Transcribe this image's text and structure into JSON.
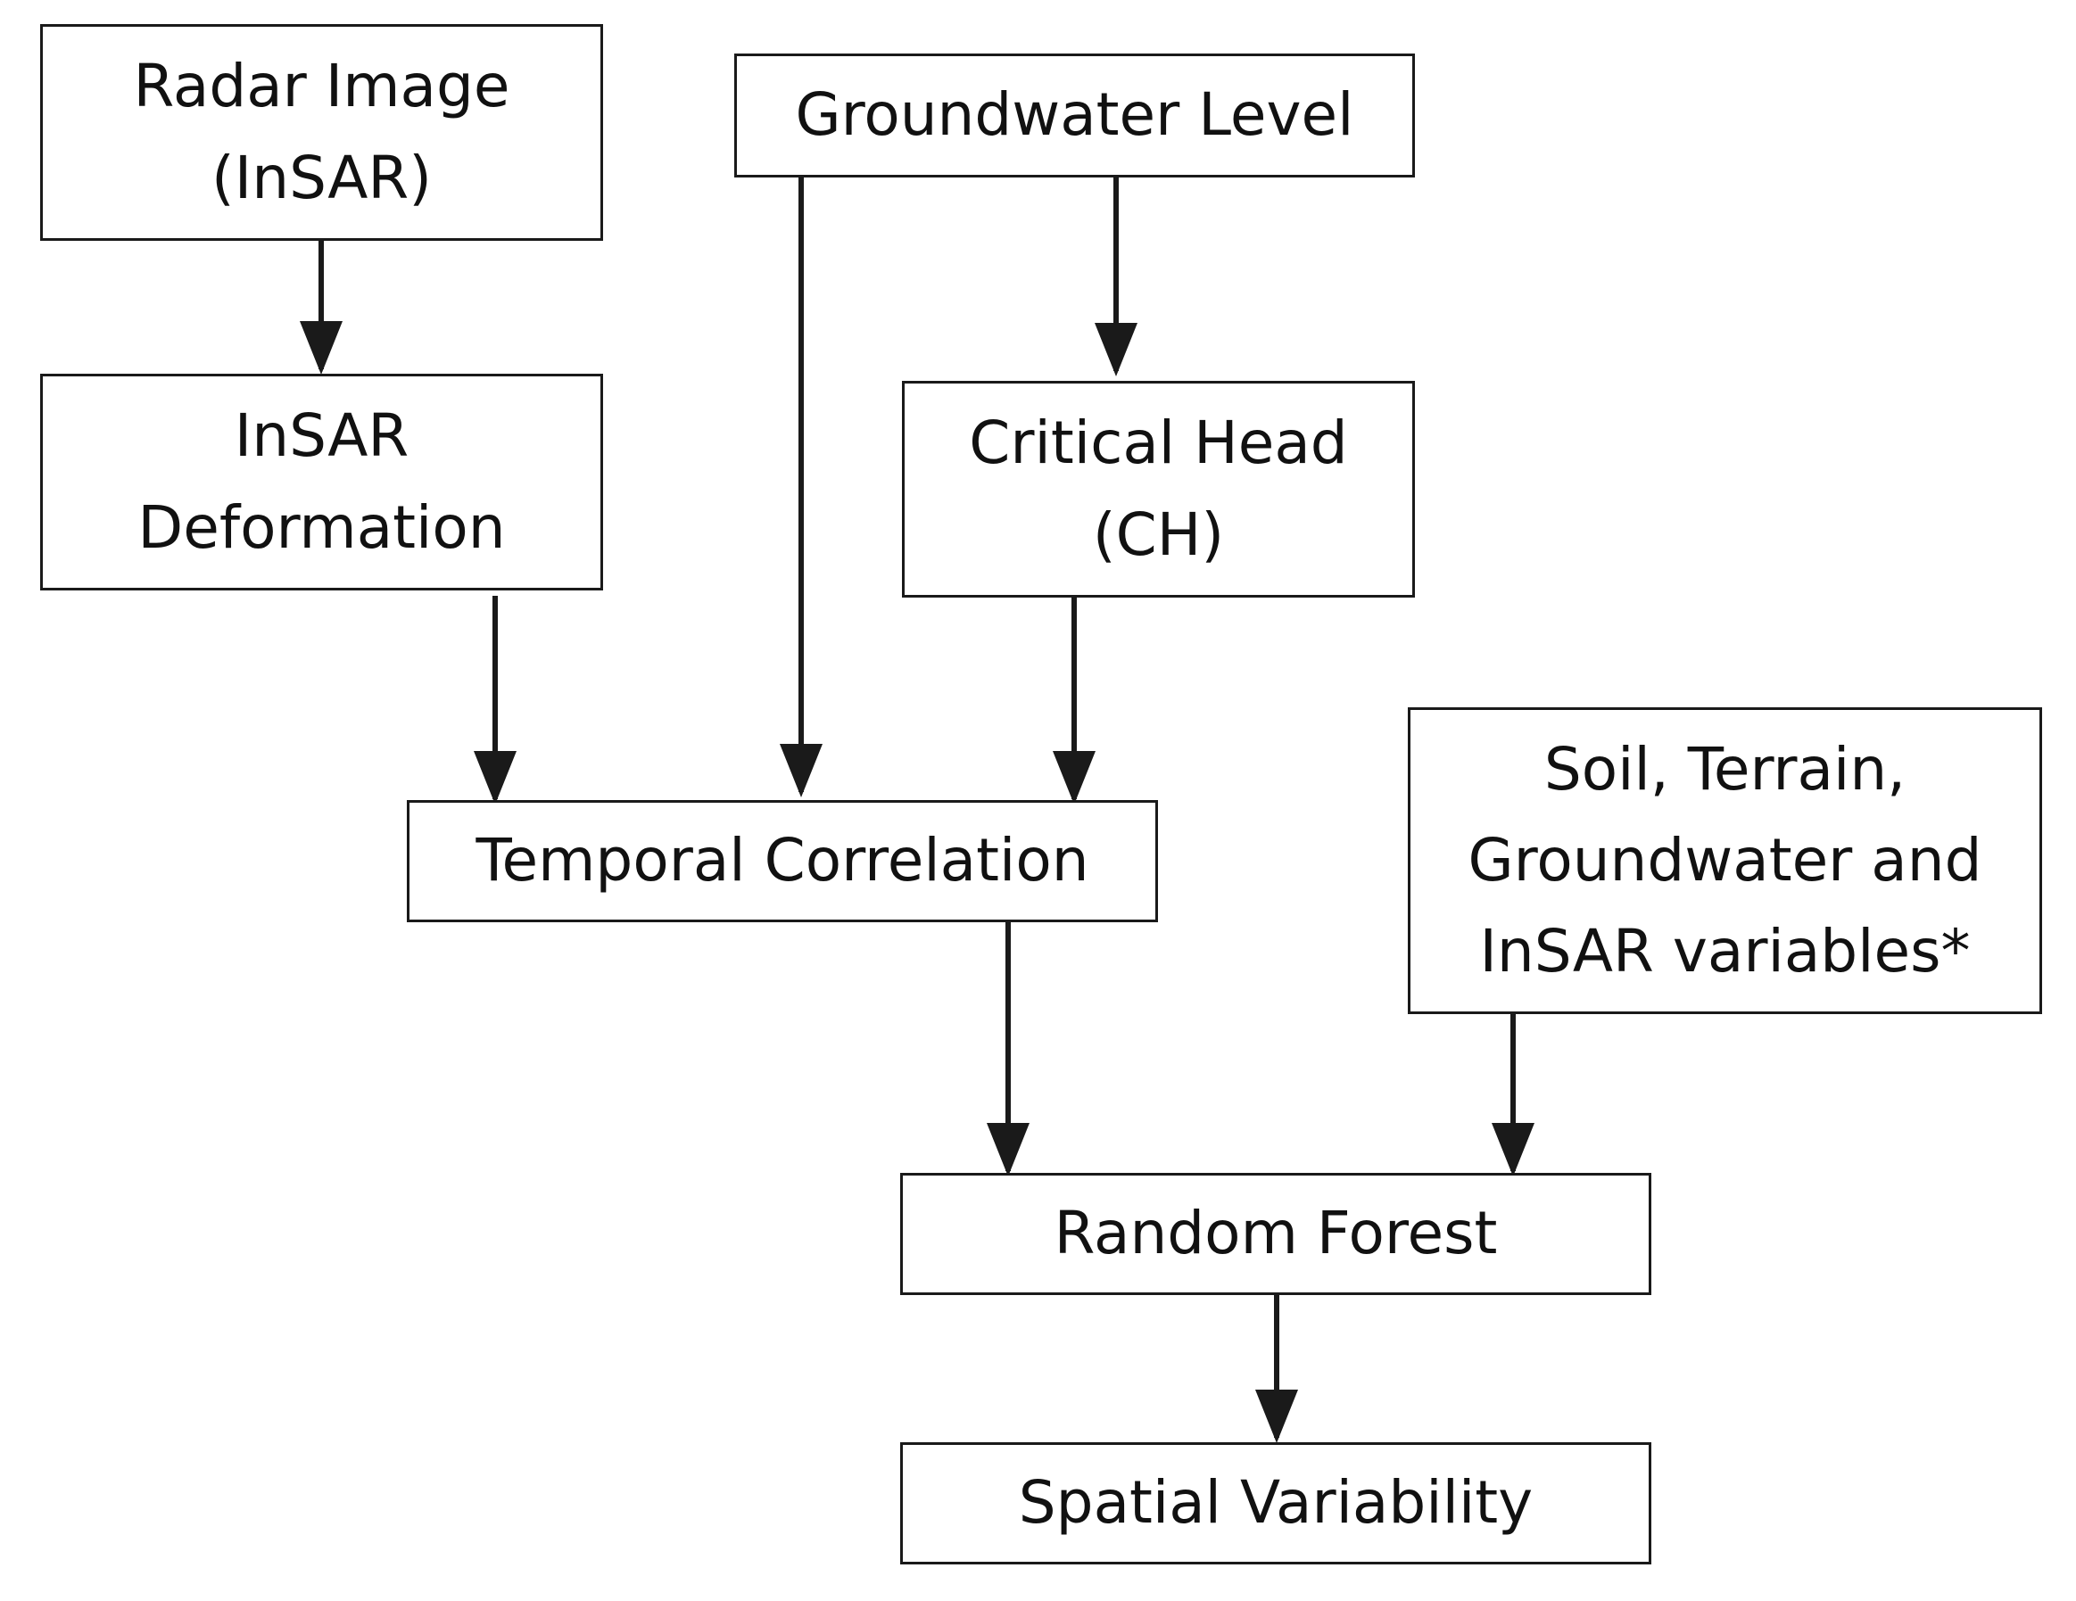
{
  "diagram": {
    "nodes": {
      "radar_image": "Radar Image\n(InSAR)",
      "groundwater_level": "Groundwater Level",
      "insar_deformation": "InSAR\nDeformation",
      "critical_head": "Critical Head\n(CH)",
      "temporal_correlation": "Temporal Correlation",
      "soil_terrain": "Soil, Terrain,\nGroundwater and\nInSAR variables*",
      "random_forest": "Random Forest",
      "spatial_variability": "Spatial Variability"
    },
    "edges": [
      {
        "from": "radar_image",
        "to": "insar_deformation"
      },
      {
        "from": "groundwater_level",
        "to": "critical_head"
      },
      {
        "from": "groundwater_level",
        "to": "temporal_correlation"
      },
      {
        "from": "insar_deformation",
        "to": "temporal_correlation"
      },
      {
        "from": "critical_head",
        "to": "temporal_correlation"
      },
      {
        "from": "temporal_correlation",
        "to": "random_forest"
      },
      {
        "from": "soil_terrain",
        "to": "random_forest"
      },
      {
        "from": "random_forest",
        "to": "spatial_variability"
      }
    ],
    "colors": {
      "stroke": "#1a1a1a",
      "text": "#111111",
      "background": "#ffffff"
    }
  }
}
